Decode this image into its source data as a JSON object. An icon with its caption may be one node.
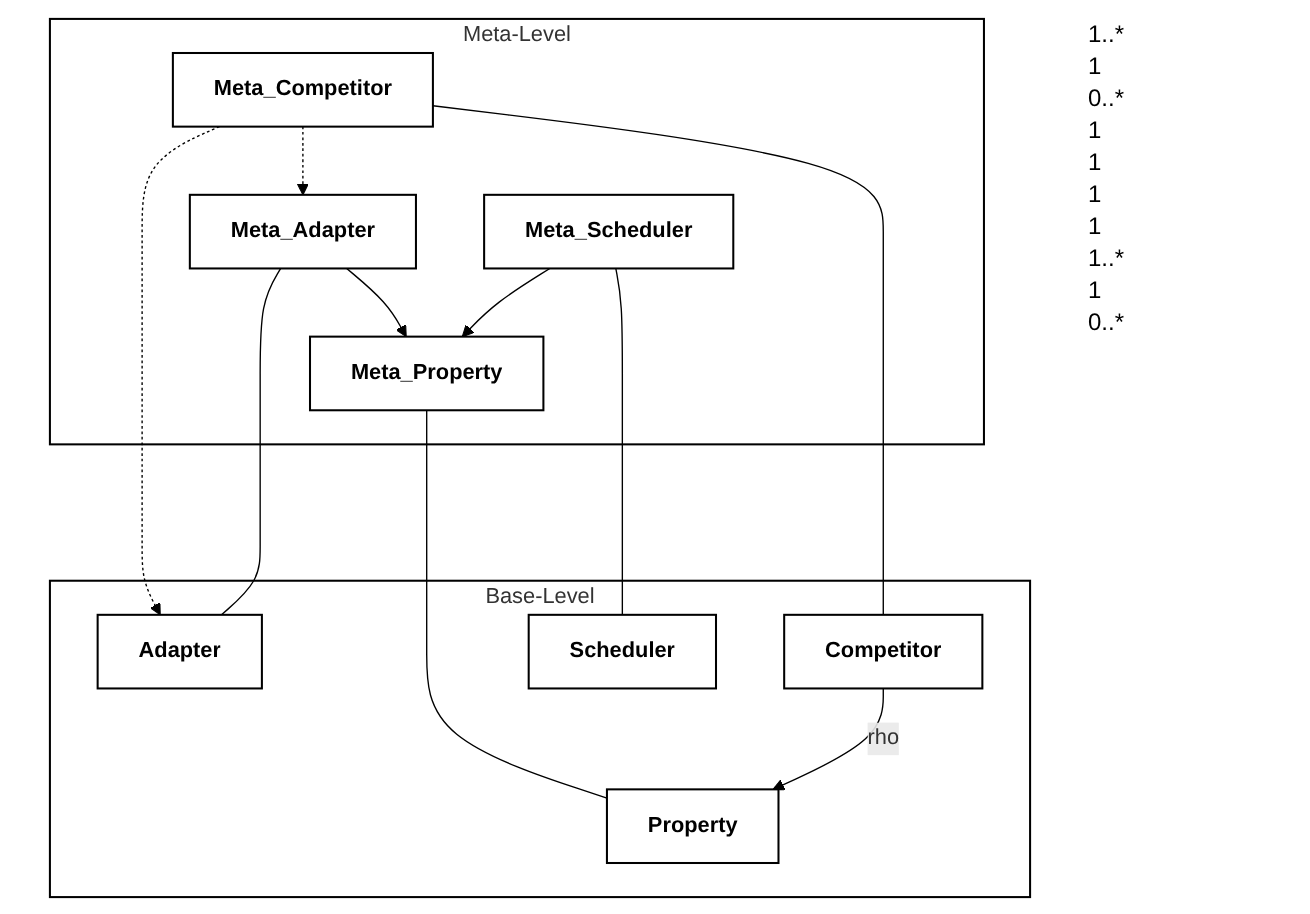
{
  "diagram": {
    "nodes": [
      {
        "text": [
          "Meta-Level"
        ]
      },
      {
        "text": [
          "Meta_Competitor"
        ],
        "in": 0
      },
      {
        "text": [
          "Meta_Property"
        ],
        "in": 0
      },
      {
        "text": [
          "Meta_Scheduler"
        ],
        "in": 0
      },
      {
        "text": [
          "Meta_Adapter"
        ],
        "in": 0
      },
      {
        "text": [
          "Base-Level"
        ]
      },
      {
        "text": [
          "Adapter"
        ],
        "in": 5
      },
      {
        "text": [
          "Competitor"
        ],
        "in": 5
      },
      {
        "text": [
          "Property"
        ],
        "in": 5
      },
      {
        "text": [
          "Scheduler"
        ],
        "in": 5
      }
    ],
    "edges": [
      {
        "from": 4,
        "to": 2,
        "arrow": "to"
      },
      {
        "from": 3,
        "to": 2,
        "arrow": "to"
      },
      {
        "from": 1,
        "to": 4,
        "arrow": "to",
        "style": "dashed"
      },
      {
        "from": 1,
        "to": 6,
        "arrow": "to",
        "style": "dashed"
      },
      {
        "from": 1,
        "to": 7,
        "arrow": "none"
      },
      {
        "from": 4,
        "to": 6,
        "arrow": "none"
      },
      {
        "from": 2,
        "to": 8,
        "arrow": "none"
      },
      {
        "from": 3,
        "to": 9,
        "arrow": "none"
      },
      {
        "from": 7,
        "to": 8,
        "arrow": "to",
        "label": "rho"
      }
    ],
    "labels": [
      "1..*",
      "1",
      "0..*",
      "1",
      "1",
      "1",
      "1",
      "1..*",
      "1",
      "0..*"
    ]
  }
}
